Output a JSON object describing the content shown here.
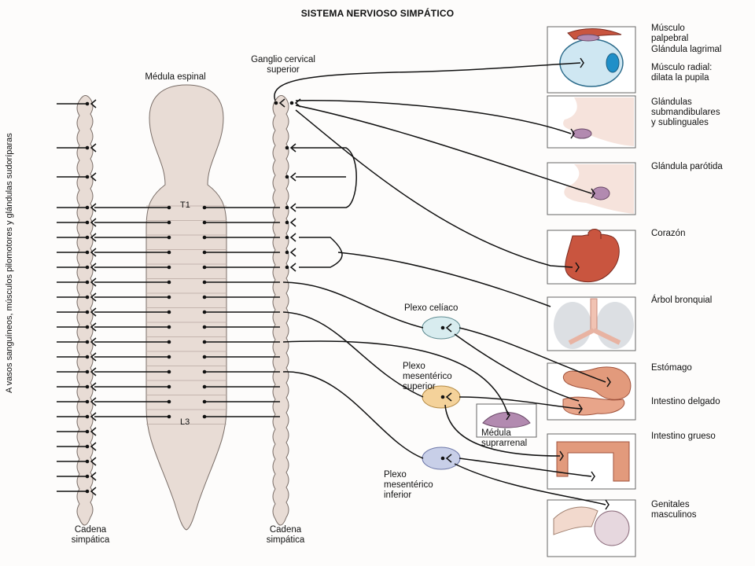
{
  "title": "SISTEMA NERVIOSO SIMPÁTICO",
  "left_side_label": "A vasos sanguíneos, músculos pilomotores y glándulas sudoríparas",
  "labels": {
    "spinal_cord": "Médula espinal",
    "cervical_ganglion": "Ganglio cervical\nsuperior",
    "left_chain": "Cadena\nsimpática",
    "right_chain": "Cadena\nsimpática",
    "celiac": "Plexo celíaco",
    "superior_mesenteric": "Plexo\nmesentérico\nsuperior",
    "inferior_mesenteric": "Plexo\nmesentérico\ninferior",
    "adrenal": "Médula\nsuprarrenal",
    "t1": "T1",
    "l3": "L3"
  },
  "organs": {
    "palpebral": "Músculo\npalpebral",
    "lacrimal": "Glándula lagrimal",
    "radial": "Músculo radial:\ndilata la pupila",
    "submandibular": "Glándulas\nsubmandibulares\ny sublinguales",
    "parotid": "Glándula parótida",
    "heart": "Corazón",
    "bronchial": "Árbol bronquial",
    "stomach": "Estómago",
    "small_intestine": "Intestino delgado",
    "large_intestine": "Intestino grueso",
    "genitals": "Genitales\nmasculinos"
  },
  "colors": {
    "tissue": "#e8dcd5",
    "tissue_stroke": "#7a6e68",
    "celiac_fill": "#d8ecef",
    "sup_mesenteric_fill": "#f4d29a",
    "inf_mesenteric_fill": "#c8cfe8",
    "organ_red": "#c9553f",
    "organ_salmon": "#e29a7c",
    "gland_purple": "#b28ab0"
  }
}
